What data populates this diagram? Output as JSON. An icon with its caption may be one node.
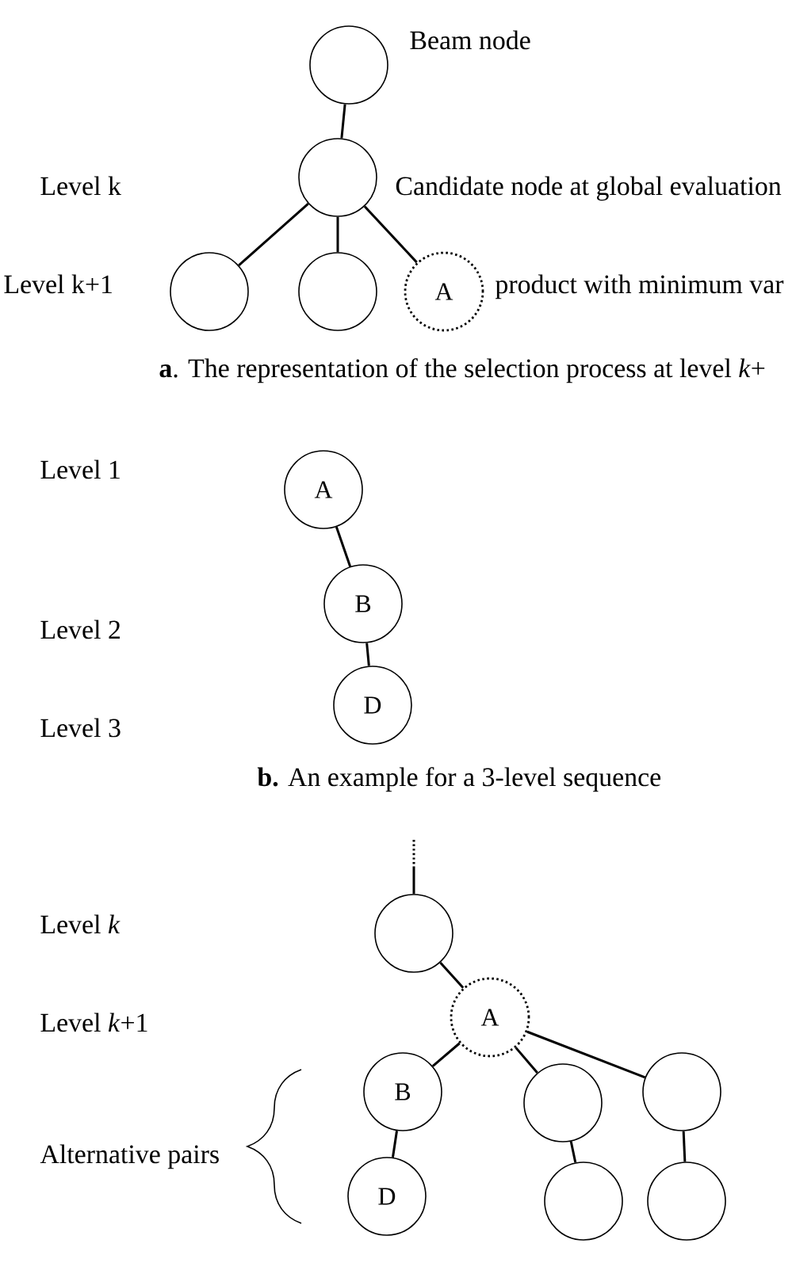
{
  "diagram": {
    "nodes": [
      {
        "text": [],
        "shape": "circle",
        "beside": [
          "Beam node"
        ]
      },
      {
        "text": [],
        "shape": "circle",
        "beside": [
          "Candidate node at global evaluation"
        ]
      },
      {
        "text": [],
        "shape": "circle"
      },
      {
        "text": [],
        "shape": "circle"
      },
      {
        "text": [
          "A"
        ],
        "beside": [
          "product with minimum var"
        ]
      },
      {
        "text": [
          "A"
        ]
      },
      {
        "text": [
          "B"
        ]
      },
      {
        "text": [
          "D"
        ]
      },
      {
        "text": [],
        "shape": "circle"
      },
      {
        "text": [
          "A"
        ]
      },
      {
        "text": [
          "B"
        ]
      },
      {
        "text": [],
        "shape": "circle"
      },
      {
        "text": [],
        "shape": "circle"
      },
      {
        "text": [
          "D"
        ]
      },
      {
        "text": [],
        "shape": "circle"
      },
      {
        "text": [],
        "shape": "circle"
      }
    ],
    "edges": [
      {
        "from": 0,
        "to": 1,
        "arrow": "none"
      },
      {
        "from": 1,
        "to": 2,
        "arrow": "none"
      },
      {
        "from": 1,
        "to": 3,
        "arrow": "none"
      },
      {
        "from": 1,
        "to": 4,
        "arrow": "none"
      },
      {
        "from": 5,
        "to": 6,
        "arrow": "none"
      },
      {
        "from": 6,
        "to": 7,
        "arrow": "none"
      },
      {
        "from": null,
        "to": 8,
        "arrow": "none",
        "style": "dashed"
      },
      {
        "from": 8,
        "to": 9,
        "arrow": "none"
      },
      {
        "from": 9,
        "to": 10,
        "arrow": "none"
      },
      {
        "from": 9,
        "to": 11,
        "arrow": "none"
      },
      {
        "from": 9,
        "to": 12,
        "arrow": "none"
      },
      {
        "from": 10,
        "to": 13,
        "arrow": "none"
      },
      {
        "from": 11,
        "to": 14,
        "arrow": "none"
      },
      {
        "from": 12,
        "to": 15,
        "arrow": "none"
      }
    ],
    "labels": [
      "Level k",
      "Level k+1",
      "**a**. The representation of the selection process at level *k*+",
      "Level 1",
      "Level 2",
      "Level 3",
      "**b.** An example for a 3-level sequence",
      "Level *k*",
      "Level *k*+1",
      "Alternative pairs"
    ]
  }
}
